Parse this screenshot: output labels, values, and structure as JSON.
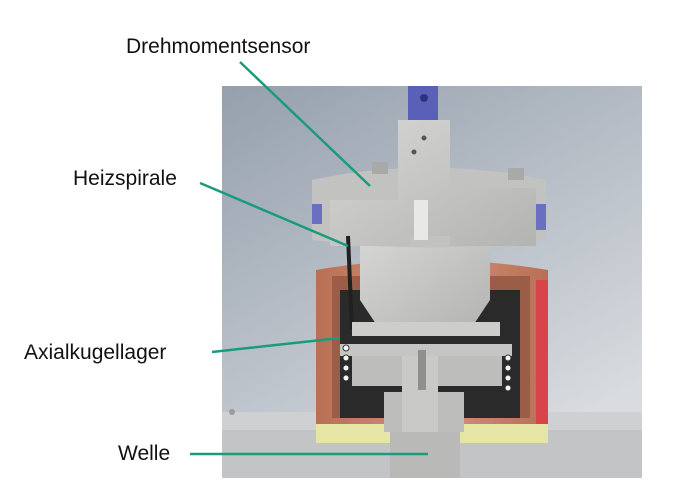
{
  "labels": {
    "torque_sensor": "Drehmomentsensor",
    "heating_coil": "Heizspirale",
    "axial_bearing": "Axialkugellager",
    "shaft": "Welle"
  },
  "colors": {
    "leader_line": "#1a9b7c",
    "background_gradient_top": "#9ea7b3",
    "background_gradient_bottom": "#d5d8dc",
    "steel": "#c9c9c7",
    "steel_dark": "#8f8f8d",
    "copper_housing": "#c98b6f",
    "copper_inner": "#a35f4a",
    "red_edge": "#d9434a",
    "yellow_band": "#e7e8a8",
    "blue_part": "#6a6fc2"
  }
}
